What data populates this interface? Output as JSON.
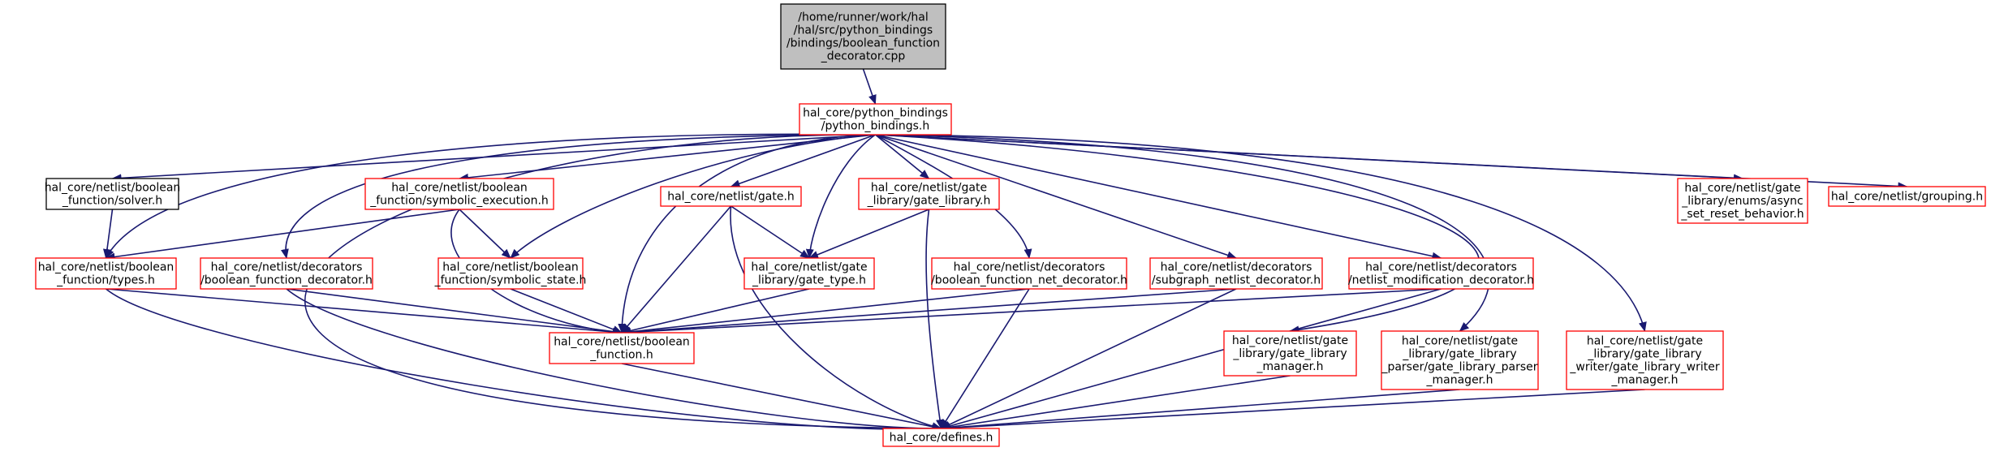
{
  "colors": {
    "edge": "#191970",
    "red_border": "#ff0000",
    "black_border": "#000000",
    "root_fill": "#bfbfbf",
    "node_fill": "#ffffff"
  },
  "nodes": [
    {
      "id": "root",
      "lines": [
        "/home/runner/work/hal",
        "/hal/src/python_bindings",
        "/bindings/boolean_function",
        "_decorator.cpp"
      ]
    },
    {
      "id": "python_bindings",
      "lines": [
        "hal_core/python_bindings",
        "/python_bindings.h"
      ]
    },
    {
      "id": "solver",
      "lines": [
        "hal_core/netlist/boolean",
        "_function/solver.h"
      ]
    },
    {
      "id": "symbolic_execution",
      "lines": [
        "hal_core/netlist/boolean",
        "_function/symbolic_execution.h"
      ]
    },
    {
      "id": "gate",
      "lines": [
        "hal_core/netlist/gate.h"
      ]
    },
    {
      "id": "gate_library",
      "lines": [
        "hal_core/netlist/gate",
        "_library/gate_library.h"
      ]
    },
    {
      "id": "async",
      "lines": [
        "hal_core/netlist/gate",
        "_library/enums/async",
        "_set_reset_behavior.h"
      ]
    },
    {
      "id": "grouping",
      "lines": [
        "hal_core/netlist/grouping.h"
      ]
    },
    {
      "id": "types",
      "lines": [
        "hal_core/netlist/boolean",
        "_function/types.h"
      ]
    },
    {
      "id": "bf_decorator",
      "lines": [
        "hal_core/netlist/decorators",
        "/boolean_function_decorator.h"
      ]
    },
    {
      "id": "symbolic_state",
      "lines": [
        "hal_core/netlist/boolean",
        "_function/symbolic_state.h"
      ]
    },
    {
      "id": "gate_type",
      "lines": [
        "hal_core/netlist/gate",
        "_library/gate_type.h"
      ]
    },
    {
      "id": "bf_net_decorator",
      "lines": [
        "hal_core/netlist/decorators",
        "/boolean_function_net_decorator.h"
      ]
    },
    {
      "id": "subgraph_decorator",
      "lines": [
        "hal_core/netlist/decorators",
        "/subgraph_netlist_decorator.h"
      ]
    },
    {
      "id": "netlist_mod_decorator",
      "lines": [
        "hal_core/netlist/decorators",
        "/netlist_modification_decorator.h"
      ]
    },
    {
      "id": "boolean_function",
      "lines": [
        "hal_core/netlist/boolean",
        "_function.h"
      ]
    },
    {
      "id": "gl_manager",
      "lines": [
        "hal_core/netlist/gate",
        "_library/gate_library",
        "_manager.h"
      ]
    },
    {
      "id": "gl_parser_manager",
      "lines": [
        "hal_core/netlist/gate",
        "_library/gate_library",
        "_parser/gate_library_parser",
        "_manager.h"
      ]
    },
    {
      "id": "gl_writer_manager",
      "lines": [
        "hal_core/netlist/gate",
        "_library/gate_library",
        "_writer/gate_library_writer",
        "_manager.h"
      ]
    },
    {
      "id": "defines",
      "lines": [
        "hal_core/defines.h"
      ]
    }
  ]
}
